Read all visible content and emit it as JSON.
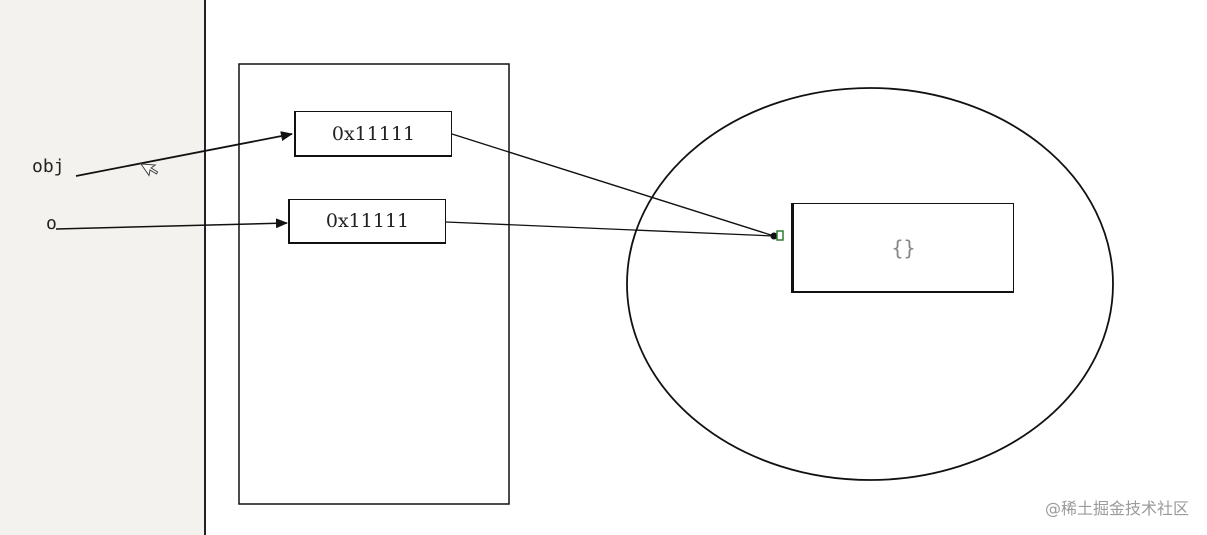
{
  "variables": {
    "obj": "obj",
    "o": "o"
  },
  "stack": {
    "obj_address": "0x11111",
    "o_address": "0x11111"
  },
  "heap": {
    "object_literal": "{}"
  },
  "watermark": "@稀土掘金技术社区",
  "colors": {
    "line": "#111111",
    "left_panel": "#f3f2ee",
    "handle": "#2e7d32"
  },
  "icons": {
    "cursor": "mouse-cursor-icon"
  }
}
